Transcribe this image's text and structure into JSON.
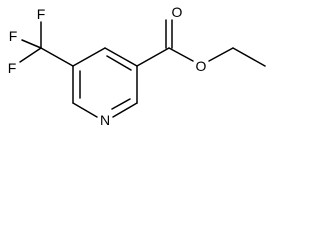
{
  "molecule": {
    "atoms": {
      "fluorine_top": "F",
      "fluorine_left": "F",
      "fluorine_lower": "F",
      "carbonyl_oxygen": "O",
      "ester_oxygen": "O",
      "ring_nitrogen": "N"
    }
  }
}
